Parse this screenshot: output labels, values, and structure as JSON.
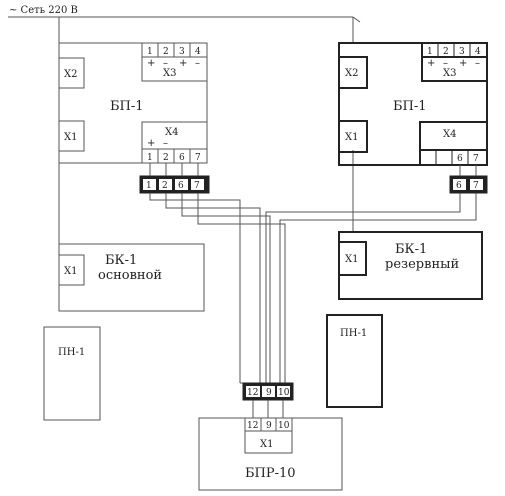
{
  "header": {
    "supply": "~ Сеть 220 В"
  },
  "bp_left": {
    "title": "БП-1",
    "x2": "X2",
    "x3": "X3",
    "x1": "X1",
    "x4": "X4",
    "x3_pins": [
      "1",
      "2",
      "3",
      "4"
    ],
    "x3_signs": [
      "+",
      "–",
      "+",
      "–"
    ],
    "x4_signs": [
      "+",
      "–"
    ],
    "x4_pins": [
      "1",
      "2",
      "6",
      "7"
    ],
    "ext_pins": [
      "1",
      "2",
      "6",
      "7"
    ]
  },
  "bp_right": {
    "title": "БП-1",
    "x2": "X2",
    "x3": "X3",
    "x1": "X1",
    "x4": "X4",
    "x3_pins": [
      "1",
      "2",
      "3",
      "4"
    ],
    "x3_signs": [
      "+",
      "–",
      "+",
      "–"
    ],
    "x4_pins": [
      "6",
      "7"
    ],
    "ext_pins": [
      "6",
      "7"
    ]
  },
  "bk_main": {
    "name": "БК-1",
    "role": "основной",
    "x1": "X1"
  },
  "bk_reserve": {
    "name": "БК-1",
    "role": "резервный",
    "x1": "X1"
  },
  "pn_left": {
    "label": "ПН-1"
  },
  "pn_right": {
    "label": "ПН-1"
  },
  "bpr": {
    "title": "БПР-10",
    "x1": "X1",
    "pins": [
      "12",
      "9",
      "10"
    ],
    "ext_pins": [
      "12",
      "9",
      "10"
    ]
  },
  "colors": {
    "line": "#4a4a4a",
    "fill_dark": "#222222",
    "background": "#ffffff"
  }
}
